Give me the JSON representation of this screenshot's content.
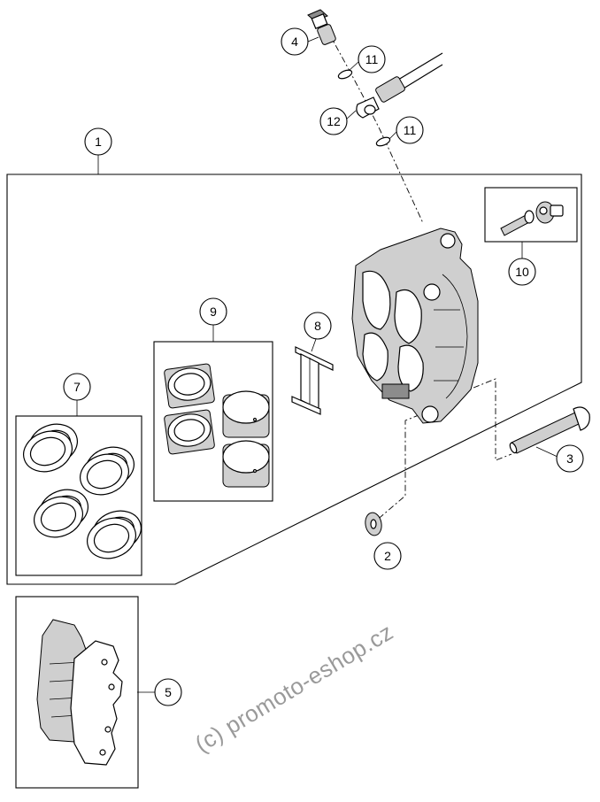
{
  "callouts": {
    "c1": "1",
    "c2": "2",
    "c3": "3",
    "c4": "4",
    "c5": "5",
    "c6": "7",
    "c7": "8",
    "c8": "9",
    "c9": "10",
    "c10": "11",
    "c11": "11",
    "c12": "12"
  },
  "watermark": "(c) promoto-eshop.cz",
  "colors": {
    "line": "#000000",
    "part_fill": "#cfcfcf",
    "watermark": "#9a9a9a"
  }
}
